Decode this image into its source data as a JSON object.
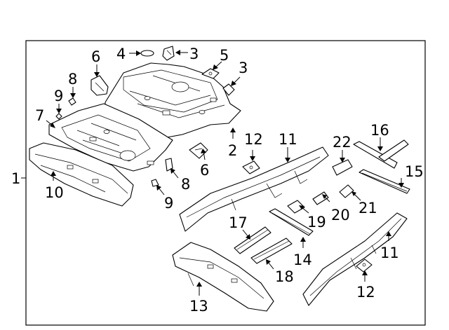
{
  "colors": {
    "line": "#000000",
    "background": "#ffffff"
  },
  "callouts": {
    "c1": "1",
    "c2": "2",
    "c3a": "3",
    "c3b": "3",
    "c4": "4",
    "c5": "5",
    "c6a": "6",
    "c6b": "6",
    "c7": "7",
    "c8a": "8",
    "c8b": "8",
    "c9a": "9",
    "c9b": "9",
    "c10": "10",
    "c11a": "11",
    "c11b": "11",
    "c12a": "12",
    "c12b": "12",
    "c13": "13",
    "c14": "14",
    "c15": "15",
    "c16": "16",
    "c17": "17",
    "c18": "18",
    "c19": "19",
    "c20": "20",
    "c21": "21",
    "c22": "22"
  }
}
